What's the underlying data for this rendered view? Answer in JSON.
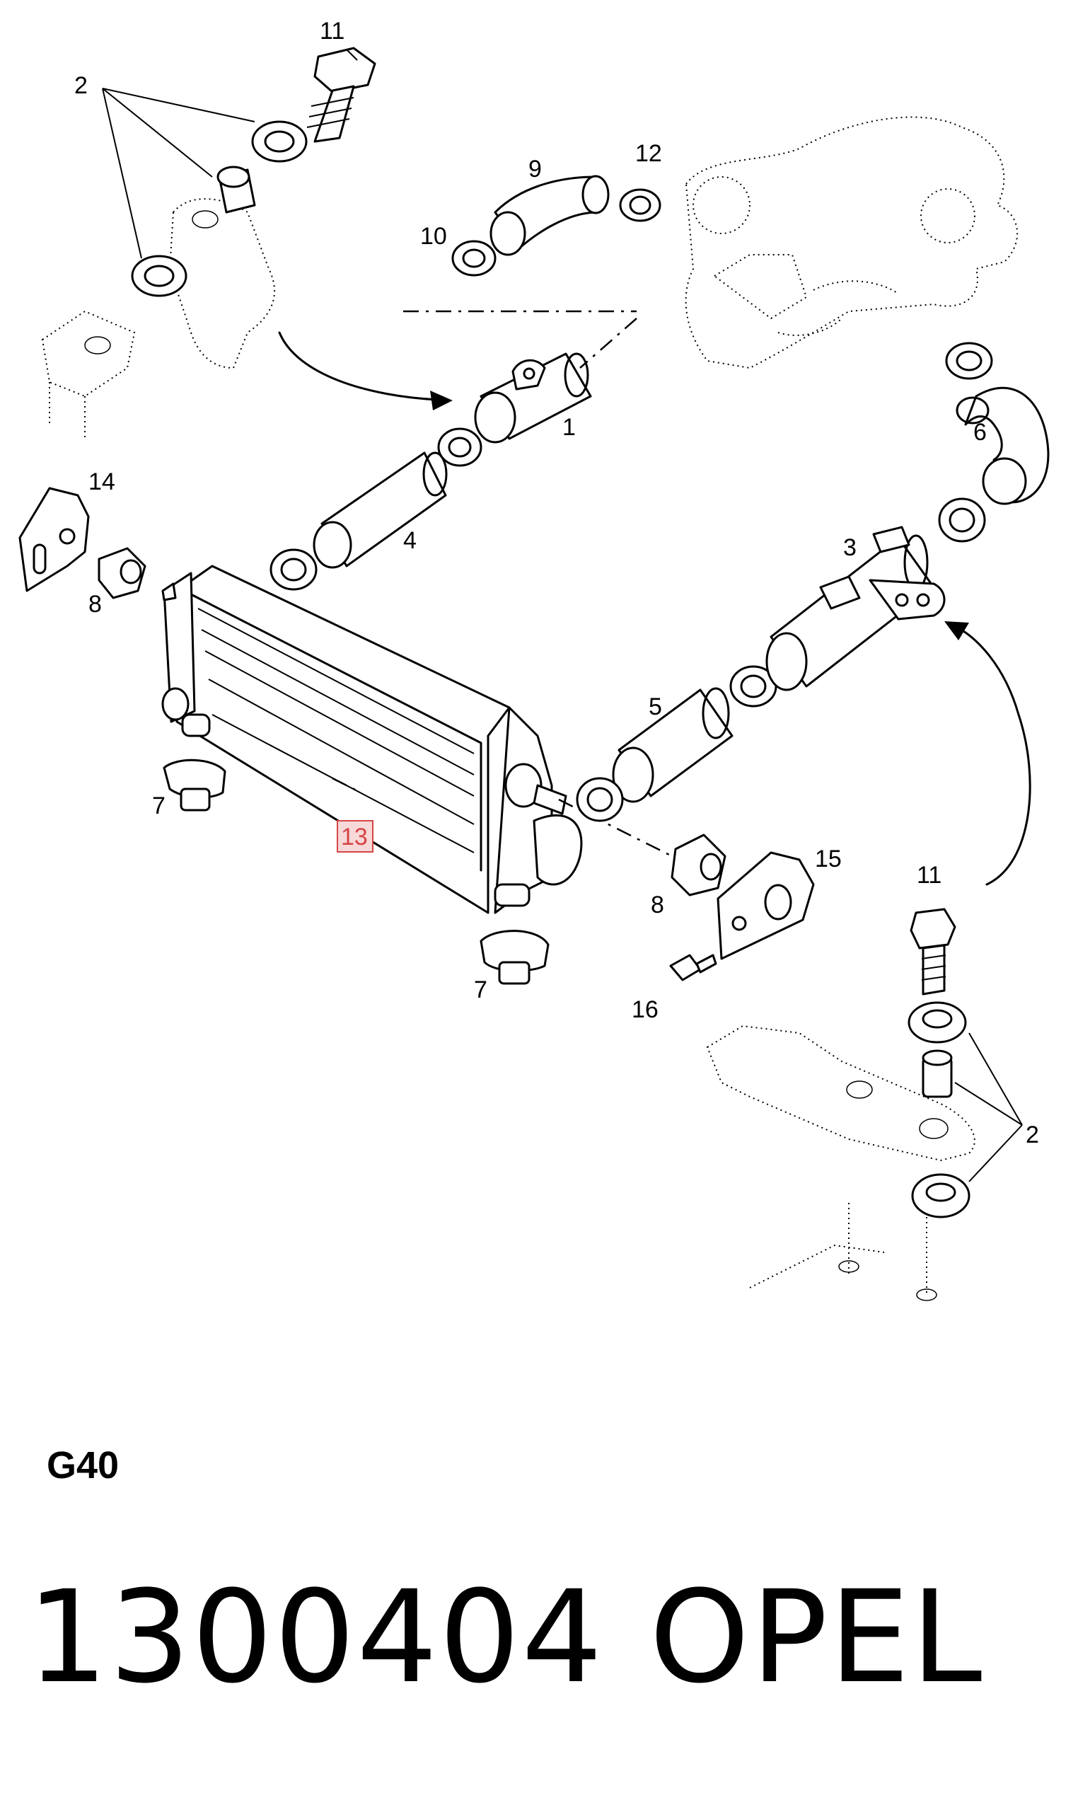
{
  "callouts": {
    "c1": "1",
    "c2a": "2",
    "c2b": "2",
    "c3": "3",
    "c4": "4",
    "c5": "5",
    "c6": "6",
    "c7a": "7",
    "c7b": "7",
    "c8a": "8",
    "c8b": "8",
    "c9": "9",
    "c10": "10",
    "c11a": "11",
    "c11b": "11",
    "c12": "12",
    "c13": "13",
    "c14": "14",
    "c15": "15",
    "c16": "16"
  },
  "highlight_color": "#d64545",
  "code": "G40",
  "part_number": "1300404",
  "brand": "OPEL"
}
